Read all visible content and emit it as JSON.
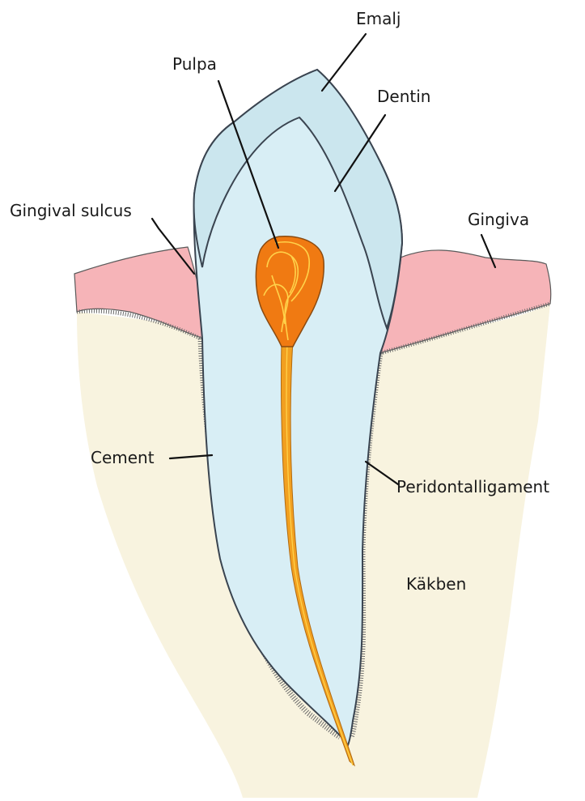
{
  "labels": {
    "emalj": "Emalj",
    "pulpa": "Pulpa",
    "dentin": "Dentin",
    "gingival_sulcus": "Gingival sulcus",
    "gingiva": "Gingiva",
    "cement": "Cement",
    "peridontalligament": "Peridontalligament",
    "kakben": "Käkben"
  },
  "colors": {
    "background": "#ffffff",
    "jawbone": "#f8f3df",
    "gingiva": "#f6b4b8",
    "enamel": "#cbe6ee",
    "dentin": "#d8eef5",
    "outline": "#3a4450",
    "pulp": "#f07a12",
    "pulp_nerves": "#ffd24a",
    "root_canal": "#f2a020",
    "ligament": "#6b6b6b"
  }
}
